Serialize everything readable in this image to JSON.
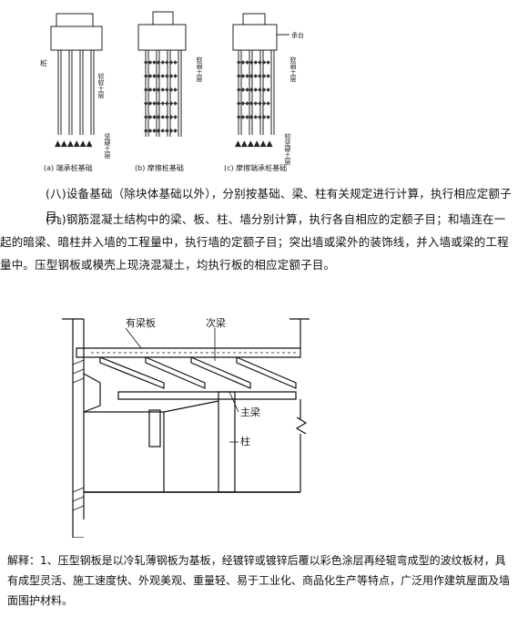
{
  "figure_top": {
    "captions": [
      "(a) 端承桩基础",
      "(b) 摩擦桩基础",
      "(c) 摩擦端承桩基础"
    ],
    "labels": {
      "a_pile": "桩",
      "a_soft": "较软土层",
      "a_hard": "坚硬土层",
      "c_cap": "承台",
      "b_soft": "软弱土层",
      "c_soft": "软弱土层",
      "c_hard": "较坚硬土层"
    }
  },
  "paragraphs": {
    "p8": "(八)设备基础（除块体基础以外），分别按基础、梁、柱有关规定进行计算，执行相应定额子目。",
    "p9": "(九)钢筋混凝土结构中的梁、板、柱、墙分别计算，执行各自相应的定额子目；和墙连在一起的暗梁、暗柱并入墙的工程量中，执行墙的定额子目；突出墙或梁外的装饰线，并入墙或梁的工程量中。压型钢板或模壳上现浇混凝土，均执行板的相应定额子目。"
  },
  "figure_mid": {
    "labels": {
      "slab": "有梁板",
      "secondary_beam": "次梁",
      "main_beam": "主梁",
      "column": "柱"
    }
  },
  "note": "解释：1、压型钢板是以冷轧薄钢板为基板，经镀锌或镀锌后覆以彩色涂层再经辊弯成型的波纹板材，具有成型灵活、施工速度快、外观美观、重量轻、易于工业化、商品化生产等特点，广泛用作建筑屋面及墙面围护材料。"
}
